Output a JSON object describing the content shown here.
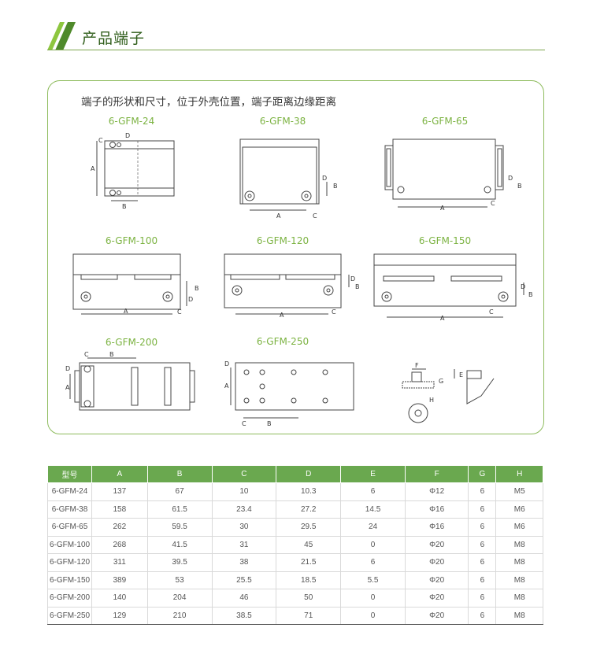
{
  "header": {
    "title": "产品端子"
  },
  "panel": {
    "description": "端子的形状和尺寸，位于外壳位置，端子距离边缘距离"
  },
  "models": [
    "6-GFM-24",
    "6-GFM-38",
    "6-GFM-65",
    "6-GFM-100",
    "6-GFM-120",
    "6-GFM-150",
    "6-GFM-200",
    "6-GFM-250"
  ],
  "dim_letters": {
    "a": "A",
    "b": "B",
    "c": "C",
    "d": "D",
    "e": "E",
    "f": "F",
    "g": "G",
    "h": "H"
  },
  "table": {
    "columns": [
      "型号",
      "A",
      "B",
      "C",
      "D",
      "E",
      "F",
      "G",
      "H"
    ],
    "rows": [
      [
        "6-GFM-24",
        "137",
        "67",
        "10",
        "10.3",
        "6",
        "Φ12",
        "6",
        "M5"
      ],
      [
        "6-GFM-38",
        "158",
        "61.5",
        "23.4",
        "27.2",
        "14.5",
        "Φ16",
        "6",
        "M6"
      ],
      [
        "6-GFM-65",
        "262",
        "59.5",
        "30",
        "29.5",
        "24",
        "Φ16",
        "6",
        "M6"
      ],
      [
        "6-GFM-100",
        "268",
        "41.5",
        "31",
        "45",
        "0",
        "Φ20",
        "6",
        "M8"
      ],
      [
        "6-GFM-120",
        "311",
        "39.5",
        "38",
        "21.5",
        "6",
        "Φ20",
        "6",
        "M8"
      ],
      [
        "6-GFM-150",
        "389",
        "53",
        "25.5",
        "18.5",
        "5.5",
        "Φ20",
        "6",
        "M8"
      ],
      [
        "6-GFM-200",
        "140",
        "204",
        "46",
        "50",
        "0",
        "Φ20",
        "6",
        "M8"
      ],
      [
        "6-GFM-250",
        "129",
        "210",
        "38.5",
        "71",
        "0",
        "Φ20",
        "6",
        "M8"
      ]
    ]
  },
  "colors": {
    "accent": "#6aa84f",
    "model_label": "#7cb342",
    "title": "#2f5d1a"
  }
}
